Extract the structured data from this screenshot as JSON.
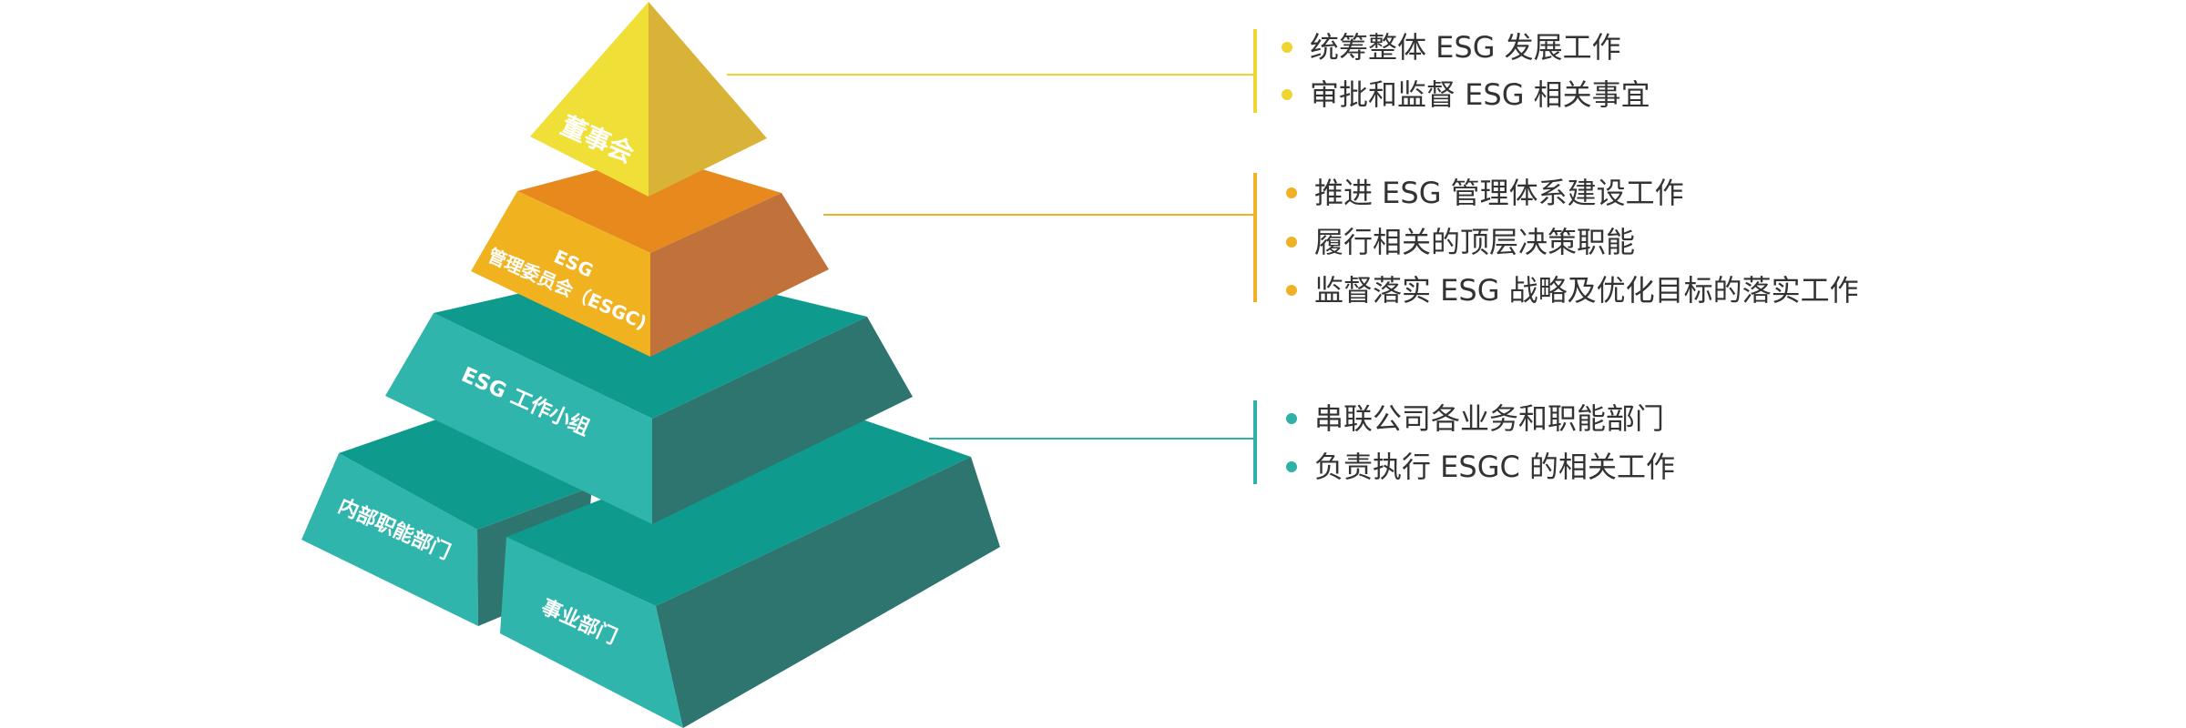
{
  "colors": {
    "yellow": "#f0df36",
    "yellow_dark": "#d8b337",
    "orange": "#f1b21f",
    "orange_dark": "#c1723a",
    "orange_top": "#e8891e",
    "teal": "#2fb5ab",
    "teal_top": "#0f9a8e",
    "teal_dark": "#2e7570"
  },
  "tiers": {
    "board": {
      "label": "董事会"
    },
    "esgc": {
      "label_line1": "ESG",
      "label_line2": "管理委员会（ESGC)"
    },
    "working_group": {
      "label": "ESG 工作小组"
    },
    "internal_departments": {
      "label": "内部职能部门"
    },
    "business_departments": {
      "label": "事业部门"
    }
  },
  "groups": [
    {
      "color": "#eed532",
      "items": [
        "统筹整体 ESG 发展工作",
        "审批和监督 ESG 相关事宜"
      ]
    },
    {
      "color": "#efb126",
      "items": [
        "推进 ESG 管理体系建设工作",
        "履行相关的顶层决策职能",
        "监督落实 ESG 战略及优化目标的落实工作"
      ]
    },
    {
      "color": "#2fb1a6",
      "items": [
        "串联公司各业务和职能部门",
        "负责执行 ESGC 的相关工作"
      ]
    }
  ]
}
